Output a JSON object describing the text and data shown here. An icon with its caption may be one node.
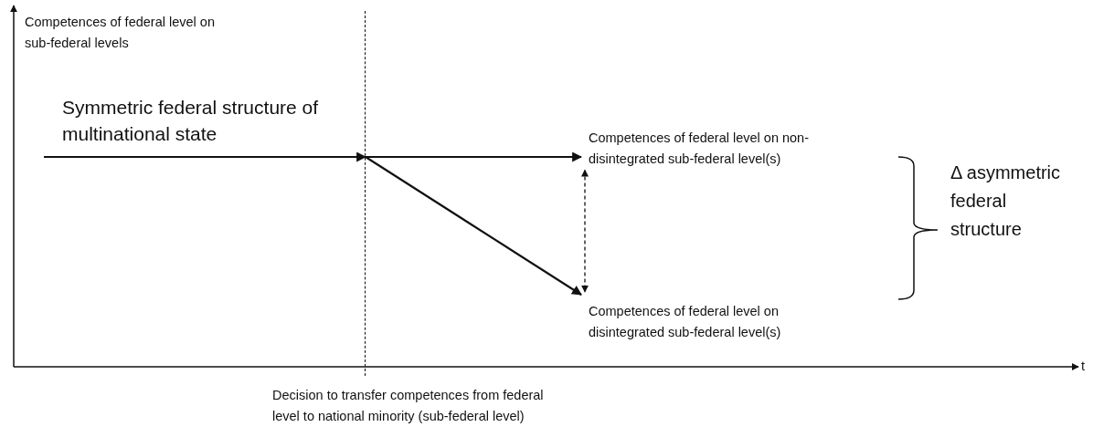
{
  "diagram": {
    "nodes": [
      {
        "text": [],
        "shape": "bar",
        "beside": [
          "Decision to transfer competences from federal level to national minority (sub-federal level)"
        ]
      },
      {
        "text": [
          "Competences of federal level on non-disintegrated sub-federal level(s)"
        ]
      },
      {
        "text": [
          "Competences of federal level on disintegrated sub-federal level(s)"
        ]
      }
    ],
    "edges": [
      {
        "from": null,
        "to": 0,
        "arrow": "to",
        "label": "Symmetric federal structure of multinational state"
      },
      {
        "from": 0,
        "to": 1,
        "arrow": "to"
      },
      {
        "from": 0,
        "to": 2,
        "arrow": "to"
      },
      {
        "from": 1,
        "to": 2,
        "arrow": "both",
        "style": "dashed"
      }
    ],
    "labels": [
      "Competences of federal level on sub-federal levels",
      "Δ asymmetric federal structure",
      "t"
    ]
  }
}
